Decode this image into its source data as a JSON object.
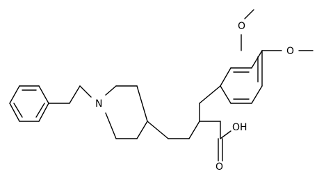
{
  "molecule": {
    "atoms": {
      "piperidine_n": "N",
      "methoxy_o_3": "O",
      "methoxy_o_4": "O",
      "carbonyl_o": "O",
      "hydroxyl": "OH"
    }
  }
}
